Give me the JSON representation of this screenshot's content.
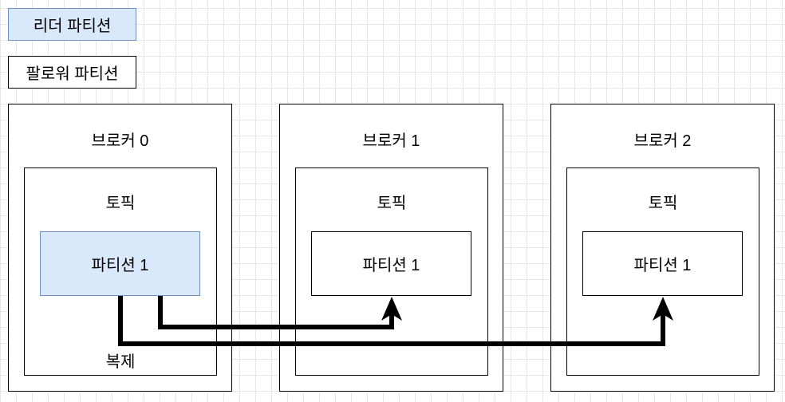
{
  "legend": {
    "leader_label": "리더 파티션",
    "follower_label": "팔로워 파티션"
  },
  "colors": {
    "leader_fill": "#dae8fc",
    "leader_border": "#6c8ebf",
    "line": "#000000"
  },
  "brokers": [
    {
      "label": "브로커 0",
      "topic": "토픽",
      "partition": "파티션 1",
      "role": "leader"
    },
    {
      "label": "브로커 1",
      "topic": "토픽",
      "partition": "파티션 1",
      "role": "follower"
    },
    {
      "label": "브로커 2",
      "topic": "토픽",
      "partition": "파티션 1",
      "role": "follower"
    }
  ],
  "replication_label": "복제"
}
